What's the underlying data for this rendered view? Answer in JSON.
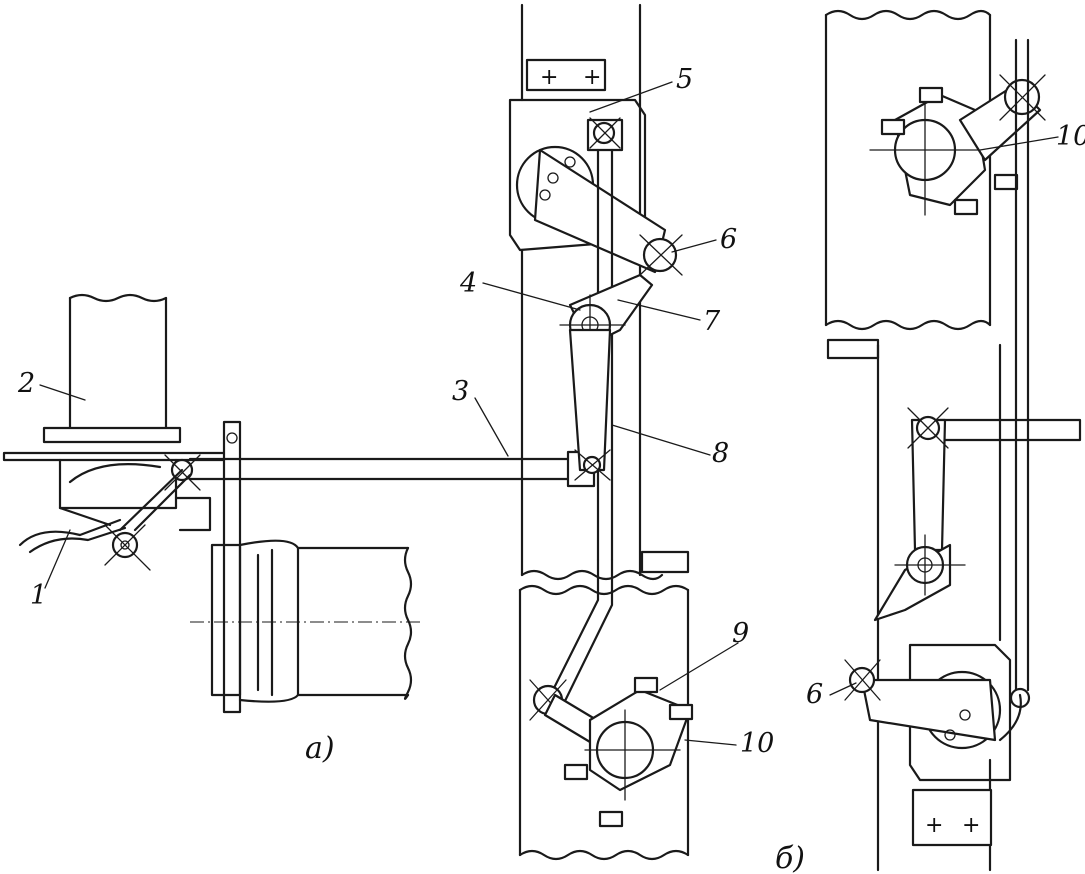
{
  "labels": {
    "l1": "1",
    "l2": "2",
    "l3": "3",
    "l4": "4",
    "l5": "5",
    "l6a": "6",
    "l7": "7",
    "l8": "8",
    "l9": "9",
    "l10a": "10",
    "l10b": "10",
    "l6b": "6"
  },
  "captions": {
    "a": "а)",
    "b": "б)"
  }
}
